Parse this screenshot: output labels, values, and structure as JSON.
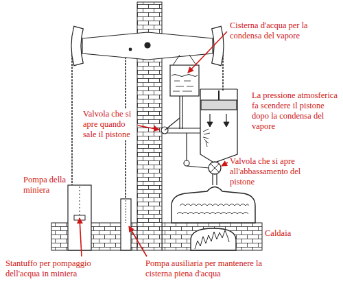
{
  "diagram": {
    "labels": [
      "Cisterna d'acqua per la condensa del vapore",
      "Valvola che si apre quando sale il pistone",
      "La pressione atmosferica fa scendere il pistone dopo la condensa del vapore",
      "Valvola che si apre all'abbassamento del pistone",
      "Pompa della miniera",
      "Caldaia",
      "Stantuffo per pompaggio dell'acqua in miniera",
      "Pompa ausiliaria per mantenere la cisterna piena d'acqua"
    ]
  }
}
